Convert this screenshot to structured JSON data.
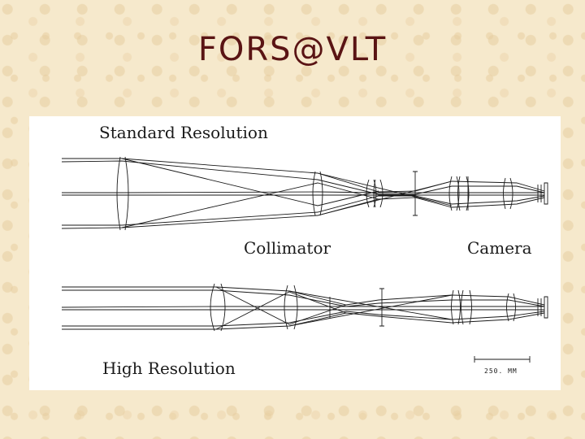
{
  "slide": {
    "title": "FORS@VLT"
  },
  "diagram": {
    "standard_label": "Standard Resolution",
    "high_label": "High Resolution",
    "collimator_label": "Collimator",
    "camera_label": "Camera",
    "scale_label": "250. MM"
  },
  "colors": {
    "background": "#f6e9cc",
    "title": "#5a1414",
    "ink": "#1a1a1a"
  }
}
